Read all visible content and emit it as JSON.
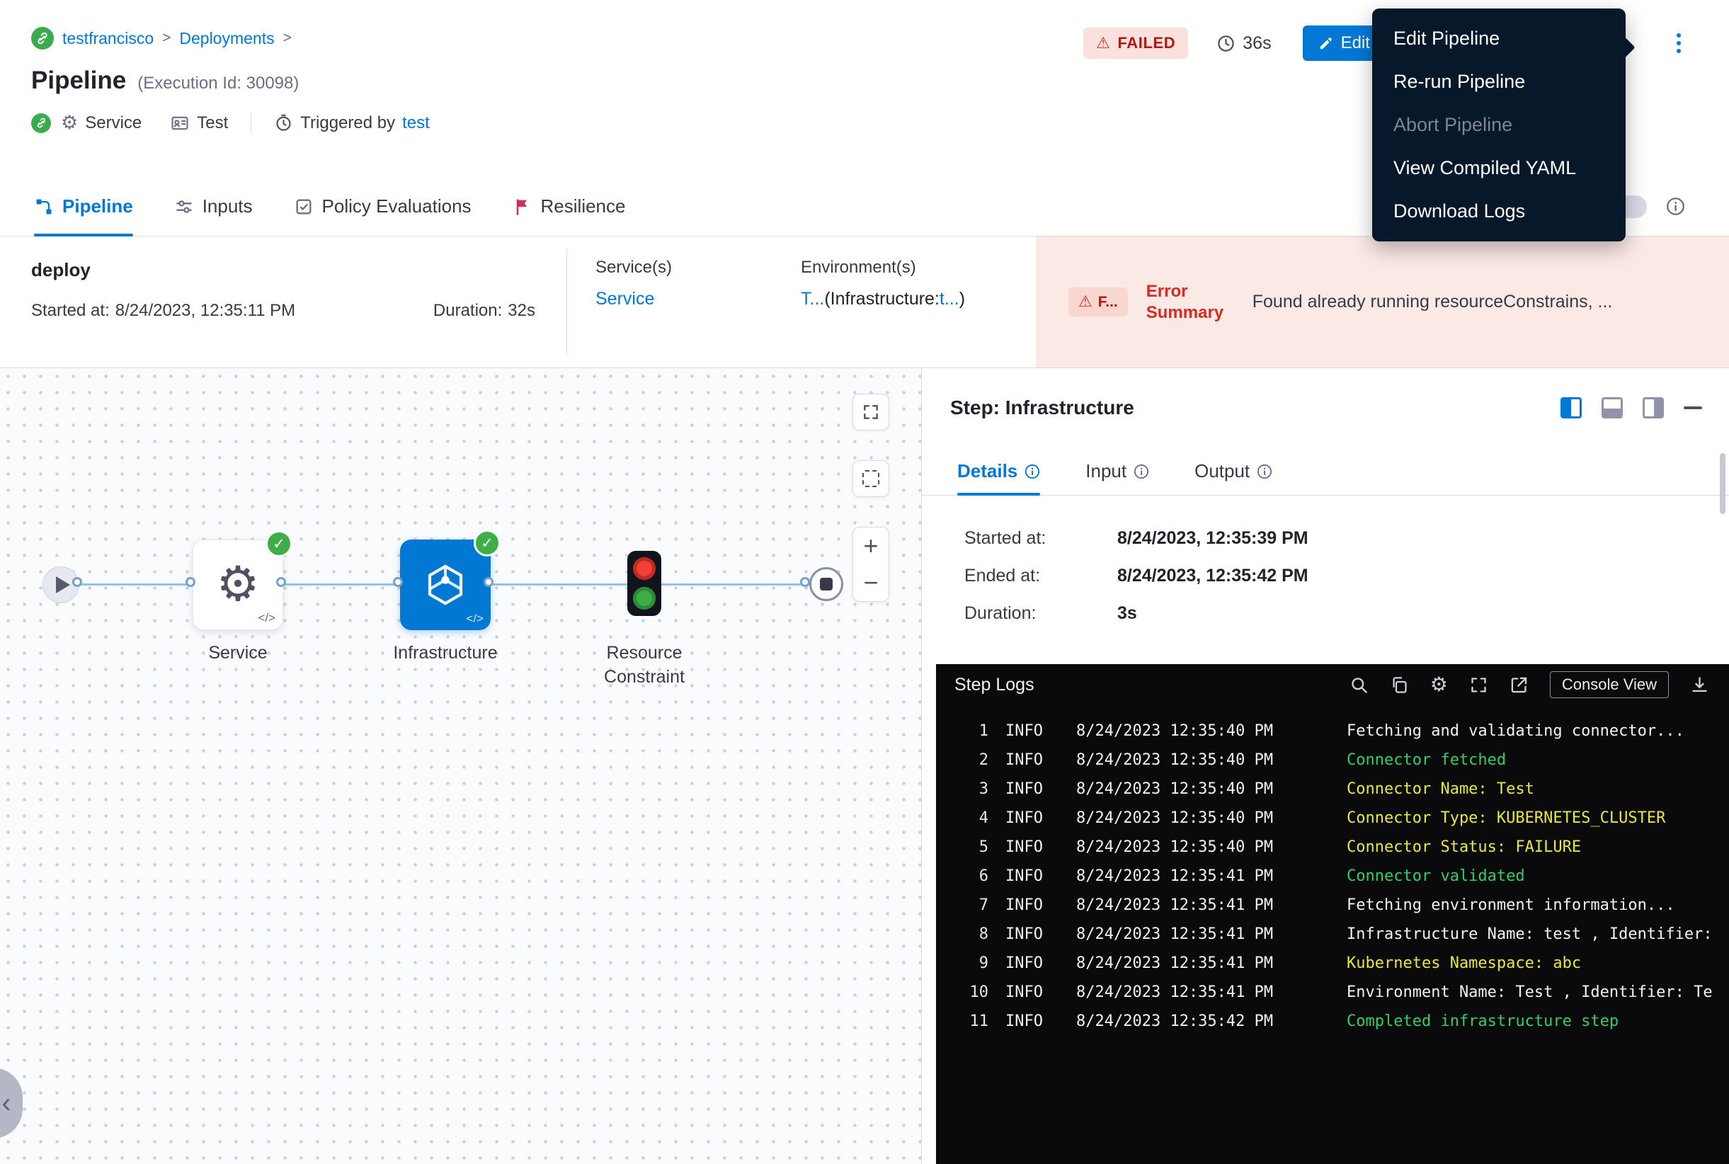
{
  "colors": {
    "primary_blue": "#0278d5",
    "failed_red": "#b41710",
    "failed_badge_bg": "#fbe1dd",
    "error_zone_bg": "#fbe9e5",
    "menu_bg": "#07182b",
    "success_green": "#3fae49",
    "log_bg": "#0a0a0d",
    "log_green": "#2fd062",
    "log_yellow": "#e7e83e"
  },
  "breadcrumb": {
    "project": "testfrancisco",
    "section": "Deployments",
    "separator": ">"
  },
  "header": {
    "title": "Pipeline",
    "execution_id": "(Execution Id: 30098)",
    "service_tag": "Service",
    "test_tag": "Test",
    "triggered_by_label": "Triggered by",
    "triggered_by_value": "test",
    "status_badge": "FAILED",
    "elapsed": "36s",
    "edit_button_label": "Edit Pipeline"
  },
  "menu": {
    "edit": "Edit Pipeline",
    "rerun": "Re-run Pipeline",
    "abort": "Abort Pipeline",
    "view_yaml": "View Compiled YAML",
    "download_logs": "Download Logs"
  },
  "tabs": {
    "pipeline": "Pipeline",
    "inputs": "Inputs",
    "policy": "Policy Evaluations",
    "resilience": "Resilience"
  },
  "stage": {
    "name": "deploy",
    "started_label": "Started at:",
    "started_value": "8/24/2023, 12:35:11 PM",
    "duration_label": "Duration:",
    "duration_value": "32s",
    "services_label": "Service(s)",
    "service_link": "Service",
    "environments_label": "Environment(s)",
    "env_link": "T...",
    "env_infra_prefix": "(Infrastructure:",
    "env_infra_link": "t...",
    "env_suffix": ")",
    "failed_chip": "F...",
    "error_summary_label": "Error Summary",
    "error_message": "Found already running resourceConstrains, ..."
  },
  "graph": {
    "code_badge": "</>",
    "nodes": {
      "service": "Service",
      "infrastructure": "Infrastructure",
      "resource_constraint": "Resource Constraint"
    }
  },
  "step_panel": {
    "title": "Step: Infrastructure",
    "tabs": {
      "details": "Details",
      "input": "Input",
      "output": "Output"
    },
    "details": {
      "started_label": "Started at:",
      "started_value": "8/24/2023, 12:35:39 PM",
      "ended_label": "Ended at:",
      "ended_value": "8/24/2023, 12:35:42 PM",
      "duration_label": "Duration:",
      "duration_value": "3s"
    }
  },
  "logs": {
    "title": "Step Logs",
    "console_view_button": "Console View",
    "lines": [
      {
        "num": "1",
        "level": "INFO",
        "time": "8/24/2023 12:35:40 PM",
        "message": "Fetching and validating connector...",
        "color": "white"
      },
      {
        "num": "2",
        "level": "INFO",
        "time": "8/24/2023 12:35:40 PM",
        "message": "Connector fetched",
        "color": "green"
      },
      {
        "num": "3",
        "level": "INFO",
        "time": "8/24/2023 12:35:40 PM",
        "message": "Connector Name: Test",
        "color": "yellow"
      },
      {
        "num": "4",
        "level": "INFO",
        "time": "8/24/2023 12:35:40 PM",
        "message": "Connector Type: KUBERNETES_CLUSTER",
        "color": "yellow"
      },
      {
        "num": "5",
        "level": "INFO",
        "time": "8/24/2023 12:35:40 PM",
        "message": "Connector Status: FAILURE",
        "color": "yellow"
      },
      {
        "num": "6",
        "level": "INFO",
        "time": "8/24/2023 12:35:41 PM",
        "message": "Connector validated",
        "color": "green"
      },
      {
        "num": "7",
        "level": "INFO",
        "time": "8/24/2023 12:35:41 PM",
        "message": "Fetching environment information...",
        "color": "white"
      },
      {
        "num": "8",
        "level": "INFO",
        "time": "8/24/2023 12:35:41 PM",
        "message": "Infrastructure Name: test , Identifier:",
        "color": "white"
      },
      {
        "num": "9",
        "level": "INFO",
        "time": "8/24/2023 12:35:41 PM",
        "message": "Kubernetes Namespace: abc",
        "color": "yellow"
      },
      {
        "num": "10",
        "level": "INFO",
        "time": "8/24/2023 12:35:41 PM",
        "message": "Environment Name: Test , Identifier: Te",
        "color": "white"
      },
      {
        "num": "11",
        "level": "INFO",
        "time": "8/24/2023 12:35:42 PM",
        "message": "Completed infrastructure step",
        "color": "green"
      }
    ]
  }
}
